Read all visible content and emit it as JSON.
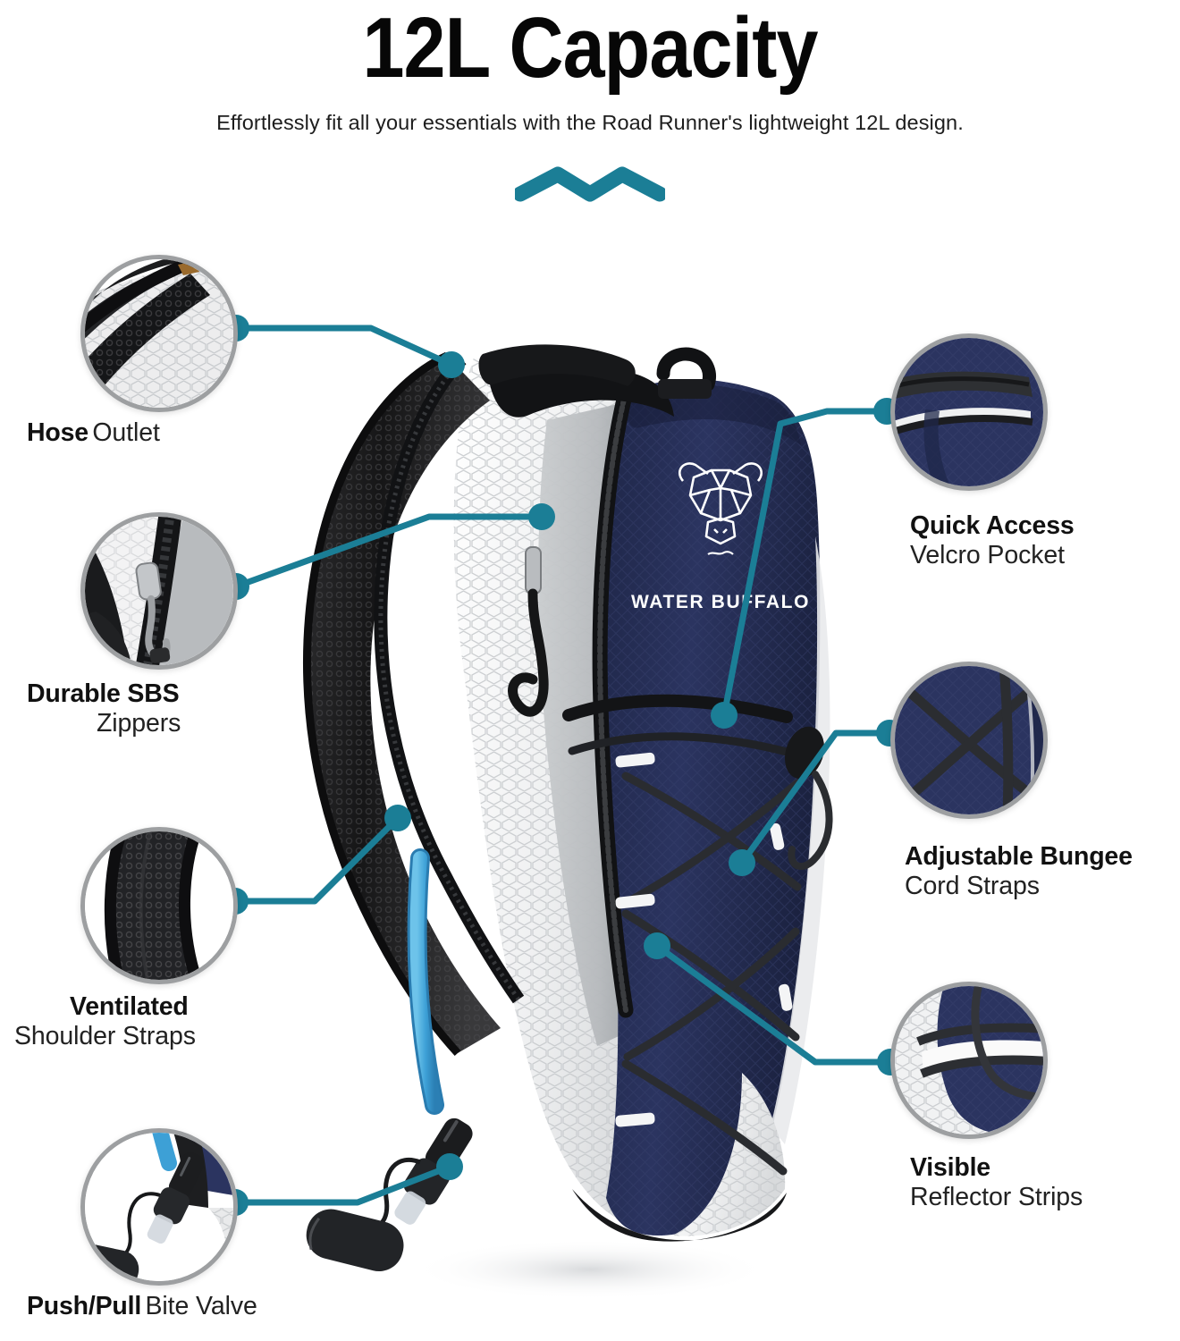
{
  "header": {
    "title": "12L Capacity",
    "subtitle": "Effortlessly fit all your essentials with the Road Runner's lightweight 12L design.",
    "divider_icon": "zigzag-divider"
  },
  "theme": {
    "accent_teal": "#1b7e96",
    "circle_border_gray": "#9d9fa1",
    "navy": "#27305a",
    "white_panel": "#f2f2f2",
    "black": "#1a1a1a",
    "hose_blue": "#47aee0",
    "text_dark": "#111111"
  },
  "product": {
    "brand_text": "WATER BUFFALO",
    "logo_icon": "buffalo-head-logo"
  },
  "callouts": [
    {
      "id": "hose-outlet",
      "side": "left",
      "bold": "Hose",
      "light": "Outlet",
      "line2": ""
    },
    {
      "id": "durable-sbs-zippers",
      "side": "left",
      "bold": "Durable SBS",
      "light": "",
      "line2": "Zippers"
    },
    {
      "id": "ventilated-shoulder-straps",
      "side": "left",
      "bold": "Ventilated",
      "light": "",
      "line2": "Shoulder Straps"
    },
    {
      "id": "push-pull-bite-valve",
      "side": "left",
      "bold": "Push/Pull",
      "light": "Bite Valve",
      "line2": ""
    },
    {
      "id": "quick-access-velcro-pocket",
      "side": "right",
      "bold": "Quick Access",
      "light": "",
      "line2": "Velcro Pocket"
    },
    {
      "id": "adjustable-bungee-cord-straps",
      "side": "right",
      "bold": "Adjustable Bungee",
      "light": "",
      "line2": "Cord Straps"
    },
    {
      "id": "visible-reflector-strips",
      "side": "right",
      "bold": "Visible",
      "light": "",
      "line2": "Reflector Strips"
    }
  ]
}
